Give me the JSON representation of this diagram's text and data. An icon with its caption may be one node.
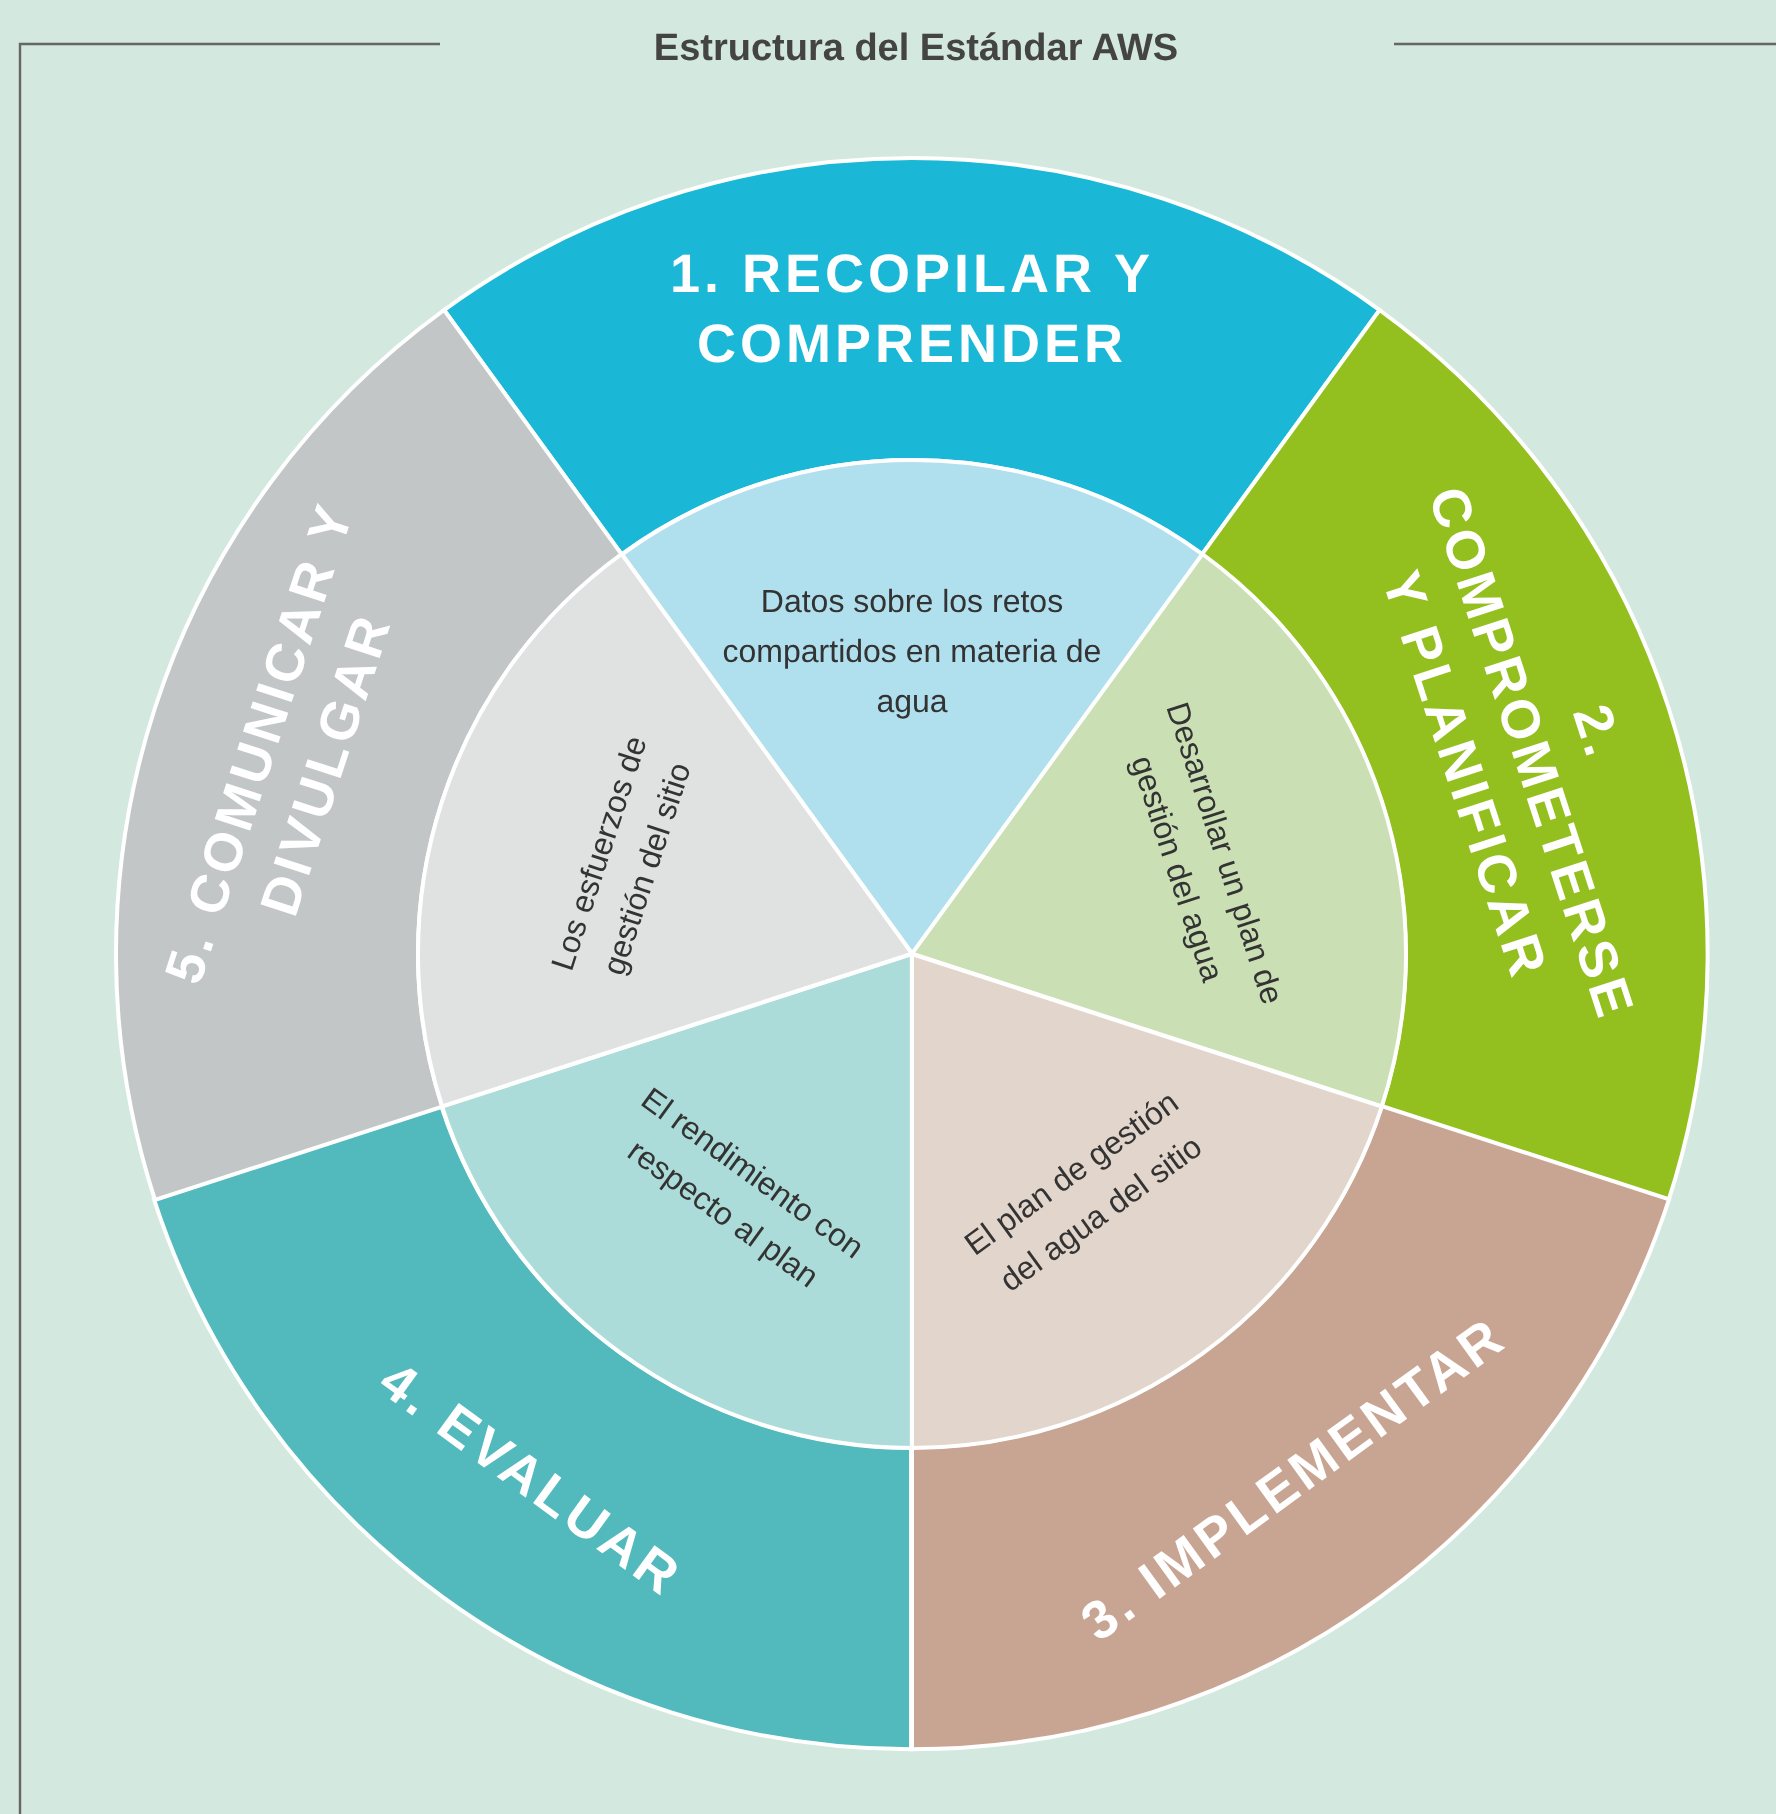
{
  "diagram": {
    "title": "Estructura del Estándar AWS",
    "nodes": [
      {
        "text": [
          "1. RECOPILAR Y COMPRENDER"
        ]
      },
      {
        "text": [
          "Datos sobre los retos compartidos en materia de agua"
        ]
      },
      {
        "text": [
          "2. COMPROMETERSE Y PLANIFICAR"
        ]
      },
      {
        "text": [
          "Desarrollar un plan de gestión del agua"
        ]
      },
      {
        "text": [
          "3. IMPLEMENTAR"
        ]
      },
      {
        "text": [
          "El plan de gestión del agua del sitio"
        ]
      },
      {
        "text": [
          "4. EVALUAR"
        ]
      },
      {
        "text": [
          "El rendimiento con respecto al plan"
        ]
      },
      {
        "text": [
          "5. COMUNICAR Y DIVULGAR"
        ]
      },
      {
        "text": [
          "Los esfuerzos de gestión del sitio"
        ]
      }
    ]
  }
}
